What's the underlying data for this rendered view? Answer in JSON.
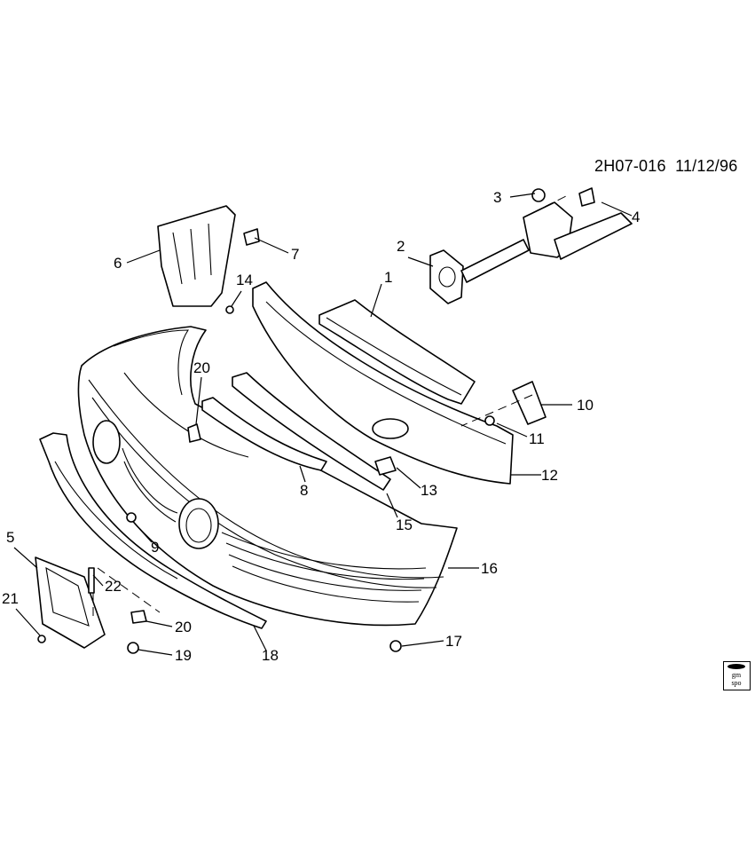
{
  "diagram": {
    "code": "2H07-016",
    "date": "11/12/96",
    "callouts": [
      {
        "id": "c1",
        "label": "1"
      },
      {
        "id": "c2",
        "label": "2"
      },
      {
        "id": "c3",
        "label": "3"
      },
      {
        "id": "c4",
        "label": "4"
      },
      {
        "id": "c5",
        "label": "5"
      },
      {
        "id": "c6",
        "label": "6"
      },
      {
        "id": "c7",
        "label": "7"
      },
      {
        "id": "c8",
        "label": "8"
      },
      {
        "id": "c9",
        "label": "9"
      },
      {
        "id": "c10",
        "label": "10"
      },
      {
        "id": "c11",
        "label": "11"
      },
      {
        "id": "c12",
        "label": "12"
      },
      {
        "id": "c13",
        "label": "13"
      },
      {
        "id": "c14",
        "label": "14"
      },
      {
        "id": "c15",
        "label": "15"
      },
      {
        "id": "c16",
        "label": "16"
      },
      {
        "id": "c17",
        "label": "17"
      },
      {
        "id": "c18",
        "label": "18"
      },
      {
        "id": "c19",
        "label": "19"
      },
      {
        "id": "c20a",
        "label": "20"
      },
      {
        "id": "c20b",
        "label": "20"
      },
      {
        "id": "c21",
        "label": "21"
      },
      {
        "id": "c22",
        "label": "22"
      }
    ]
  },
  "logo": {
    "line1": "gm",
    "line2": "spo"
  }
}
